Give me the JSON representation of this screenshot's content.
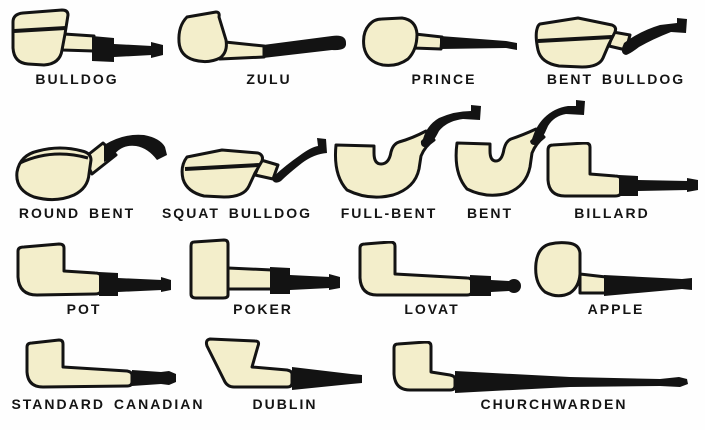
{
  "colors": {
    "background": "#fefefe",
    "bowl": "#f3eecb",
    "ink": "#131313",
    "label": "#141414"
  },
  "rows": [
    {
      "items": [
        {
          "id": "bulldog",
          "label": "BULLDOG"
        },
        {
          "id": "zulu",
          "label": "ZULU"
        },
        {
          "id": "prince",
          "label": "PRINCE"
        },
        {
          "id": "bent-bulldog",
          "label": "BENT BULLDOG"
        }
      ]
    },
    {
      "items": [
        {
          "id": "round-bent",
          "label": "ROUND BENT"
        },
        {
          "id": "squat-bulldog",
          "label": "SQUAT BULLDOG"
        },
        {
          "id": "full-bent",
          "label": "FULL-BENT"
        },
        {
          "id": "bent",
          "label": "BENT"
        },
        {
          "id": "billard",
          "label": "BILLARD"
        }
      ]
    },
    {
      "items": [
        {
          "id": "pot",
          "label": "POT"
        },
        {
          "id": "poker",
          "label": "POKER"
        },
        {
          "id": "lovat",
          "label": "LOVAT"
        },
        {
          "id": "apple",
          "label": "APPLE"
        }
      ]
    },
    {
      "items": [
        {
          "id": "standard-canadian",
          "label": "STANDARD CANADIAN"
        },
        {
          "id": "dublin",
          "label": "DUBLIN"
        },
        {
          "id": "churchwarden",
          "label": "CHURCHWARDEN"
        }
      ]
    }
  ]
}
